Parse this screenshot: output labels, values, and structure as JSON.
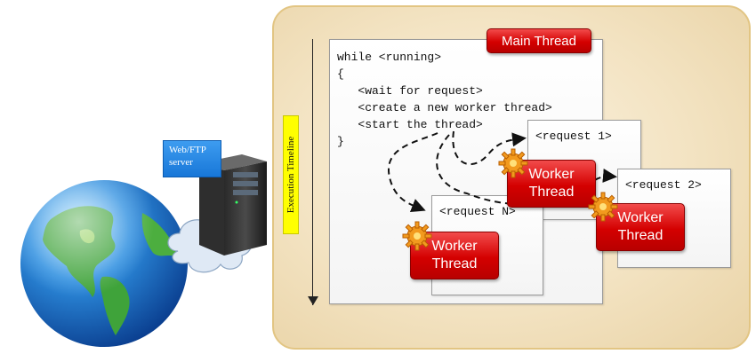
{
  "timeline": {
    "label": "Execution Timeline"
  },
  "main_thread": {
    "title": "Main Thread",
    "code": "while <running>\n{\n   <wait for request>\n   <create a new worker thread>\n   <start the thread>\n}"
  },
  "requests": [
    {
      "label": "<request 1>"
    },
    {
      "label": "<request 2>"
    },
    {
      "label": "<request N>"
    }
  ],
  "worker_label": "Worker\nThread",
  "server": {
    "label": "Web/FTP\nserver"
  },
  "colors": {
    "accent_red": "#d40000",
    "panel": "#f3e3c2",
    "label_yellow": "#ffff00",
    "server_blue": "#1877d8"
  }
}
